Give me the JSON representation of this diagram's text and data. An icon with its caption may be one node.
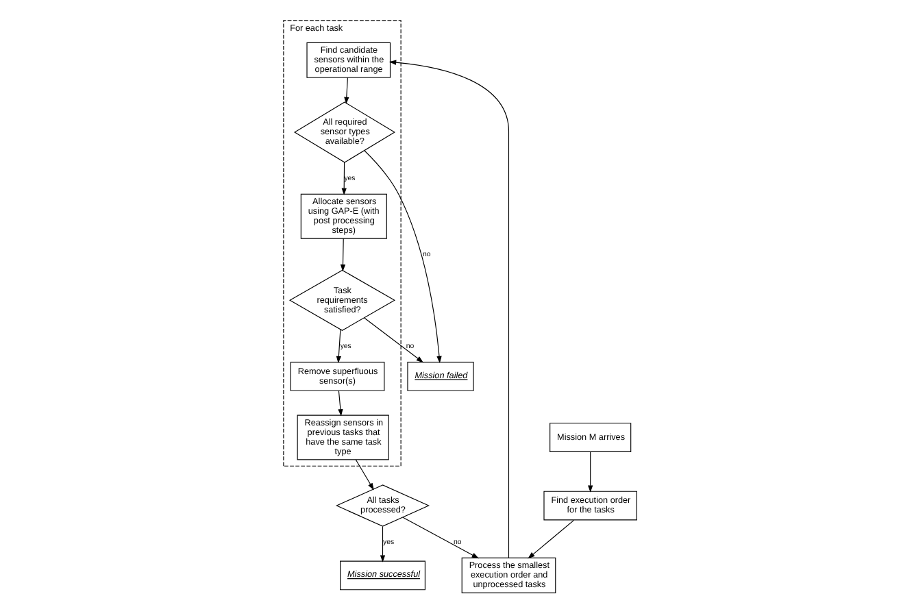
{
  "diagram": {
    "nodes": [
      {
        "text": [
          "Mission M arrives"
        ]
      },
      {
        "text": [
          "Find execution order for the tasks"
        ]
      },
      {
        "text": [
          "Process the smallest execution order and unprocessed tasks"
        ]
      },
      {
        "text": [
          "Mission failed"
        ]
      },
      {
        "text": [
          "For each task"
        ]
      },
      {
        "text": [
          "Find candidate sensors within the operational range"
        ],
        "in": 4
      },
      {
        "text": [
          "All required sensor types available?"
        ],
        "in": 4
      },
      {
        "text": [
          "Allocate sensors using GAP-E (with post processing steps)"
        ],
        "in": 4
      },
      {
        "text": [
          "Task requirements satisfied?"
        ],
        "in": 4
      },
      {
        "text": [
          "Remove superfluous sensor(s)"
        ],
        "in": 4
      },
      {
        "text": [
          "Reassign sensors in previous tasks that have the same task type"
        ],
        "in": 4
      },
      {
        "text": [
          "All tasks processed?"
        ]
      },
      {
        "text": [
          "Mission successful"
        ]
      }
    ],
    "edges": [
      {
        "from": 0,
        "to": 1,
        "arrow": "to"
      },
      {
        "from": 1,
        "to": 2,
        "arrow": "to"
      },
      {
        "from": 2,
        "to": 5,
        "arrow": "to"
      },
      {
        "from": 5,
        "to": 6,
        "arrow": "to"
      },
      {
        "from": 6,
        "to": 3,
        "arrow": "to",
        "label": "no"
      },
      {
        "from": 6,
        "to": 7,
        "arrow": "to",
        "label": "yes"
      },
      {
        "from": 7,
        "to": 8,
        "arrow": "to"
      },
      {
        "from": 8,
        "to": 9,
        "arrow": "to",
        "label": "yes"
      },
      {
        "from": 8,
        "to": 3,
        "arrow": "to",
        "label": "no"
      },
      {
        "from": 9,
        "to": 10,
        "arrow": "to"
      },
      {
        "from": 10,
        "to": 11,
        "arrow": "to"
      },
      {
        "from": 11,
        "to": 2,
        "arrow": "to",
        "label": "no"
      },
      {
        "from": 11,
        "to": 12,
        "arrow": "to",
        "label": "yes"
      }
    ]
  }
}
